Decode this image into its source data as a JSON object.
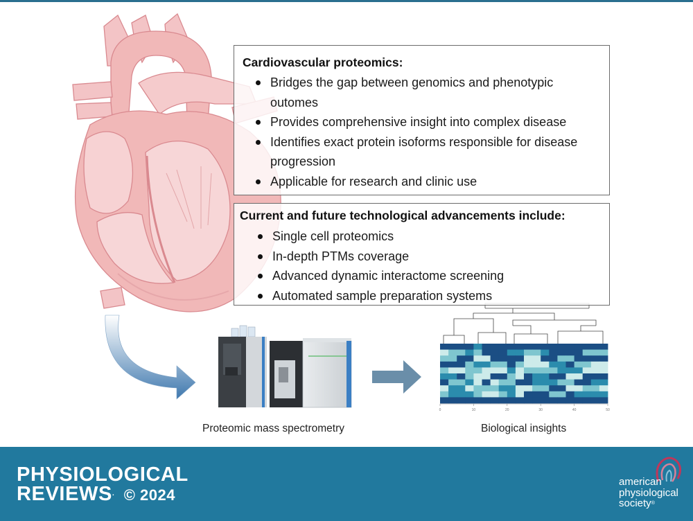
{
  "box1": {
    "heading": "Cardiovascular proteomics:",
    "bullets": [
      "Bridges the gap between genomics and phenotypic outomes",
      "Provides comprehensive insight into complex disease",
      "Identifies exact protein isoforms responsible for disease progression",
      "Applicable for research and clinic use"
    ]
  },
  "box2": {
    "heading": "Current and future technological advancements include:",
    "bullets": [
      "Single cell proteomics",
      "In-depth PTMs coverage",
      "Advanced dynamic interactome screening",
      "Automated sample preparation systems"
    ]
  },
  "captions": {
    "mass_spec": "Proteomic mass spectrometry",
    "insights": "Biological insights"
  },
  "heatmap": {
    "x_ticks": [
      "0",
      "10",
      "20",
      "30",
      "40",
      "50"
    ],
    "palette": [
      "#1b4e84",
      "#2b8cad",
      "#7fc6cf",
      "#cdebea"
    ],
    "rows": [
      [
        0,
        0,
        0,
        0,
        1,
        0,
        0,
        0,
        0,
        0,
        0,
        0,
        0,
        0,
        0,
        0,
        0,
        0,
        0,
        0
      ],
      [
        3,
        2,
        2,
        1,
        2,
        0,
        0,
        0,
        1,
        1,
        2,
        2,
        1,
        0,
        0,
        0,
        0,
        2,
        2,
        2
      ],
      [
        2,
        2,
        0,
        0,
        3,
        3,
        0,
        0,
        0,
        0,
        3,
        3,
        0,
        0,
        2,
        2,
        0,
        0,
        0,
        0
      ],
      [
        0,
        0,
        0,
        2,
        1,
        1,
        2,
        2,
        0,
        2,
        3,
        3,
        3,
        1,
        1,
        0,
        2,
        2,
        3,
        3
      ],
      [
        2,
        3,
        3,
        2,
        2,
        3,
        3,
        3,
        1,
        3,
        2,
        2,
        2,
        2,
        1,
        1,
        1,
        3,
        3,
        3
      ],
      [
        1,
        1,
        0,
        2,
        3,
        3,
        0,
        0,
        2,
        3,
        0,
        1,
        1,
        0,
        0,
        3,
        3,
        0,
        0,
        0
      ],
      [
        0,
        2,
        2,
        1,
        3,
        0,
        3,
        2,
        2,
        0,
        0,
        1,
        1,
        1,
        2,
        2,
        0,
        0,
        1,
        1
      ],
      [
        3,
        1,
        1,
        3,
        2,
        2,
        2,
        1,
        1,
        3,
        3,
        2,
        2,
        0,
        0,
        3,
        3,
        2,
        2,
        3
      ],
      [
        2,
        1,
        1,
        1,
        2,
        3,
        3,
        2,
        1,
        3,
        0,
        0,
        0,
        2,
        2,
        0,
        1,
        1,
        1,
        1
      ],
      [
        0,
        0,
        0,
        0,
        0,
        0,
        0,
        0,
        0,
        0,
        0,
        0,
        0,
        0,
        0,
        0,
        0,
        0,
        0,
        0
      ]
    ]
  },
  "footer": {
    "journal_line1": "PHYSIOLOGICAL",
    "journal_line2": "REVIEWS",
    "journal_mark": ".",
    "copyright": "© 2024",
    "society_line1": "american",
    "society_line2": "physiological",
    "society_line3": "society",
    "society_mark": "®",
    "colors": {
      "footer_bg": "#21799e",
      "heart": "#f1b8b8"
    }
  }
}
